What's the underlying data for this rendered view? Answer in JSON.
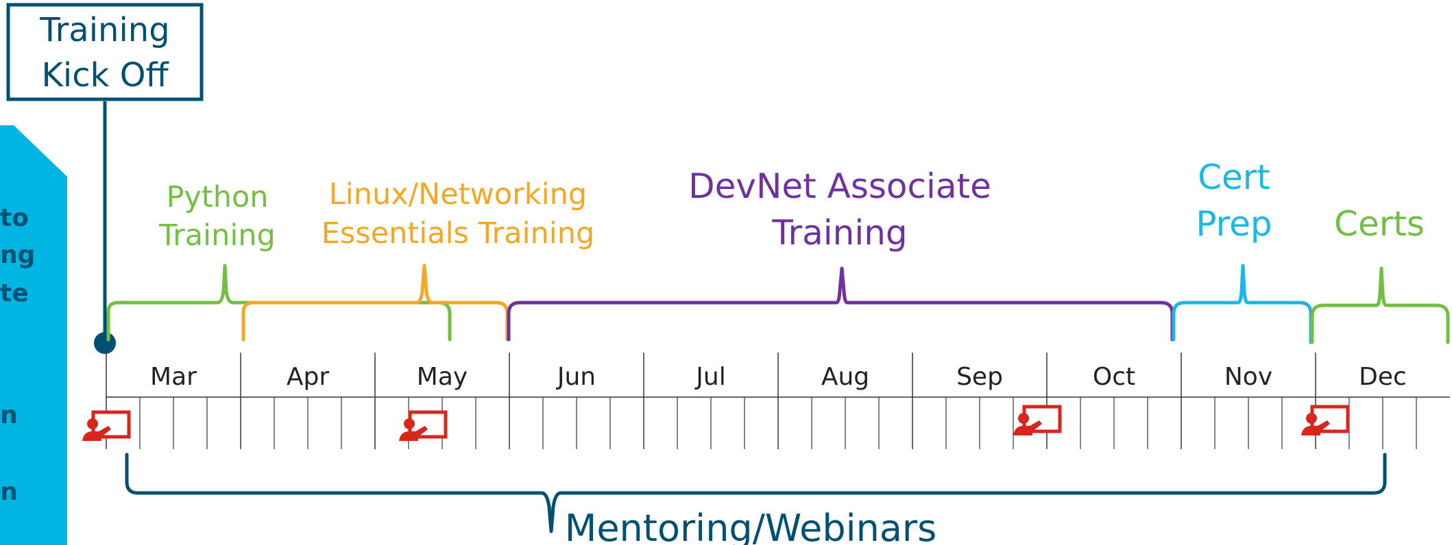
{
  "sidebar": {
    "fragments": [
      "to",
      "ng",
      "te",
      "n",
      "n"
    ],
    "color": "#00B5E2",
    "text_color": "#005073"
  },
  "kickoff": {
    "line1": "Training",
    "line2": "Kick Off",
    "color": "#005073"
  },
  "phases": [
    {
      "id": "python",
      "lines": [
        "Python",
        "Training"
      ],
      "color": "#72BF44"
    },
    {
      "id": "linux",
      "lines": [
        "Linux/Networking",
        "Essentials Training"
      ],
      "color": "#F5A623"
    },
    {
      "id": "devnet",
      "lines": [
        "DevNet Associate",
        "Training"
      ],
      "color": "#7030A0"
    },
    {
      "id": "cert-prep",
      "lines": [
        "Cert",
        "Prep"
      ],
      "color": "#1BB7E6"
    },
    {
      "id": "certs",
      "lines": [
        "Certs"
      ],
      "color": "#72BF44"
    }
  ],
  "timeline": {
    "months": [
      "Mar",
      "Apr",
      "May",
      "Jun",
      "Jul",
      "Aug",
      "Sep",
      "Oct",
      "Nov",
      "Dec"
    ],
    "weeks_per_month": 4,
    "line_color": "#333333"
  },
  "webinar_icons": {
    "count": 4,
    "color": "#D9261C",
    "icon": "presenter-icon"
  },
  "mentoring": {
    "label": "Mentoring/Webinars",
    "color": "#005073"
  }
}
